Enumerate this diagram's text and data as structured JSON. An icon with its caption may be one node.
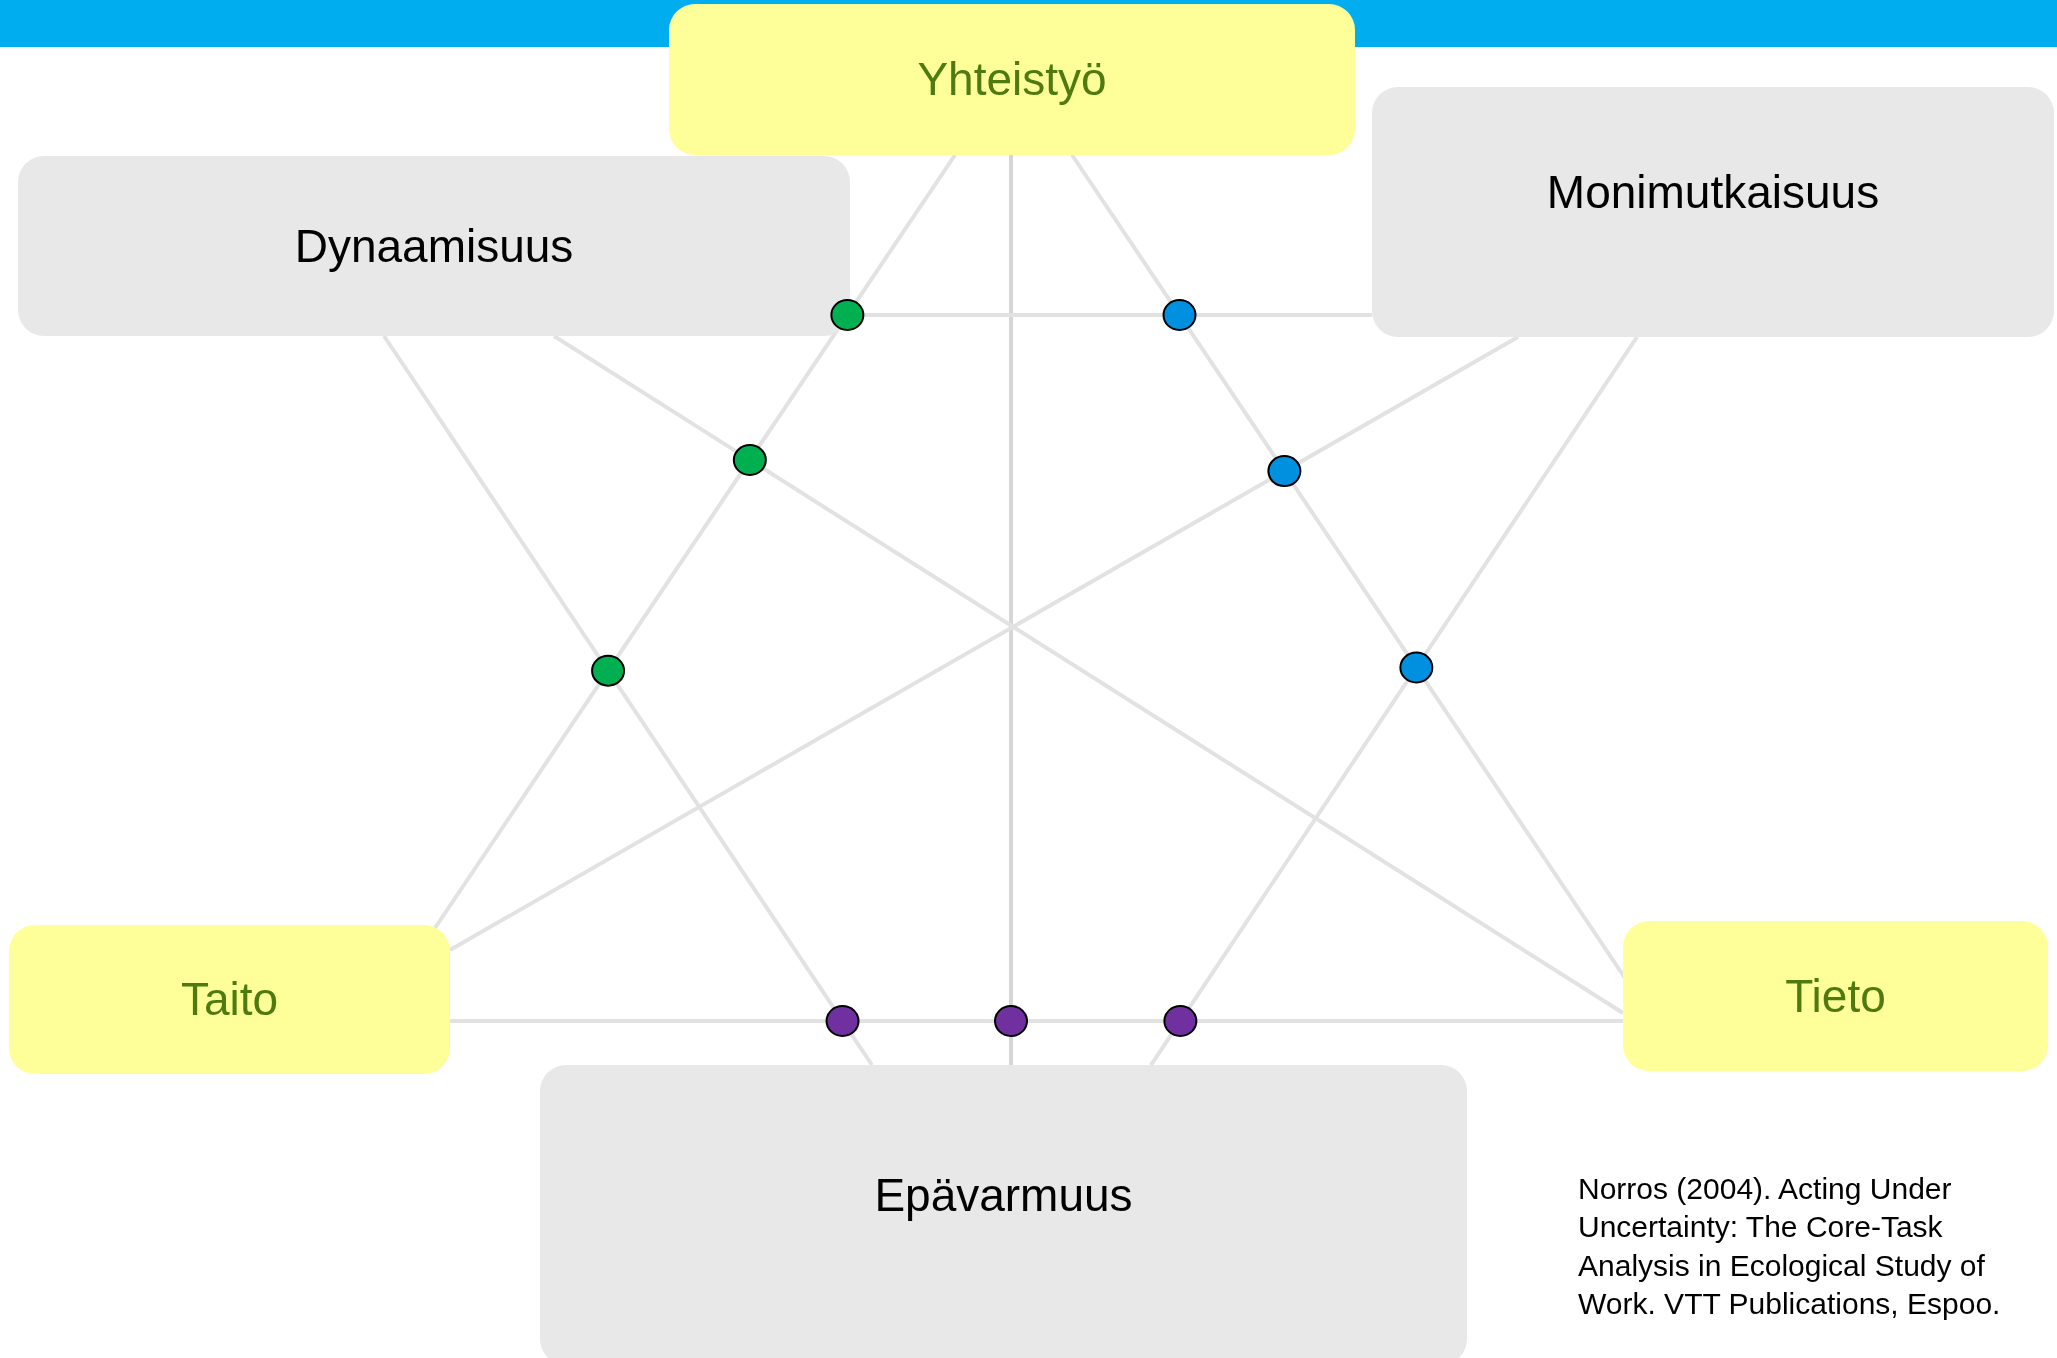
{
  "diagram": {
    "nodes": [
      {
        "text": [
          "Yhteistyö"
        ]
      },
      {
        "text": [
          "Dynaamisuus"
        ]
      },
      {
        "text": [
          "Monimutkaisuus"
        ]
      },
      {
        "text": [
          "Taito"
        ]
      },
      {
        "text": [
          "Tieto"
        ]
      },
      {
        "text": [
          "Epävarmuus"
        ]
      }
    ],
    "edges": [
      {
        "from": 0,
        "to": 3,
        "arrow": "none"
      },
      {
        "from": 0,
        "to": 4,
        "arrow": "none"
      },
      {
        "from": 0,
        "to": 5,
        "arrow": "none"
      },
      {
        "from": 1,
        "to": 2,
        "arrow": "none"
      },
      {
        "from": 1,
        "to": 4,
        "arrow": "none"
      },
      {
        "from": 1,
        "to": 5,
        "arrow": "none"
      },
      {
        "from": 2,
        "to": 3,
        "arrow": "none"
      },
      {
        "from": 2,
        "to": 5,
        "arrow": "none"
      },
      {
        "from": 3,
        "to": 4,
        "arrow": "none"
      }
    ],
    "labels": [
      "Norros (2004). Acting Under Uncertainty: The Core-Task Analysis in Ecological Study of Work. VTT Publications, Espoo."
    ]
  }
}
